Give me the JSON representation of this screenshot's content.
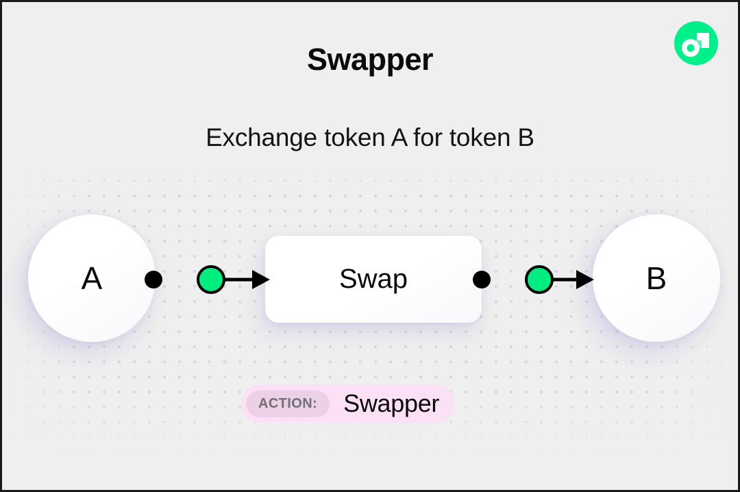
{
  "header": {
    "title": "Swapper",
    "subtitle": "Exchange token A for token B",
    "logo_icon": "flow-logo-icon"
  },
  "diagram": {
    "input_node": {
      "label": "A",
      "name": "token-a-node"
    },
    "process_node": {
      "label": "Swap",
      "name": "swap-process-node"
    },
    "output_node": {
      "label": "B",
      "name": "token-b-node"
    },
    "connectors": [
      {
        "name": "connector-a-to-swap",
        "from": "A",
        "to": "Swap",
        "icon": "arrow-right-icon"
      },
      {
        "name": "connector-swap-to-b",
        "from": "Swap",
        "to": "B",
        "icon": "arrow-right-icon"
      }
    ]
  },
  "action_badge": {
    "label": "ACTION:",
    "value": "Swapper"
  },
  "colors": {
    "background": "#efefef",
    "accent_green": "#00ef8b",
    "node_white": "#ffffff",
    "badge_background": "#fbe0f6",
    "badge_pill": "#ecd0e6",
    "badge_pill_text": "#6f6f77",
    "text_primary": "#0a0a0a",
    "dot_grid": "#d8d8d8",
    "stroke_black": "#000000"
  }
}
